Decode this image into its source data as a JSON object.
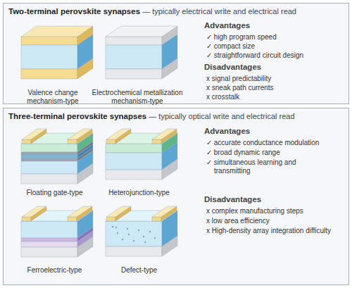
{
  "diagram": {
    "nodes": [
      {
        "text": [
          "Two-terminal perovskite synapses",
          "— typically electrical write and electrical read"
        ]
      },
      {
        "text": [
          "Three-terminal perovskite synapses",
          "— typically optical write and electrical read"
        ]
      }
    ],
    "labels": [
      "Valence change mechanism-type",
      "Electrochemical metallization mechanism-type",
      "Advantages",
      "✓ high program speed",
      "✓ compact size",
      "✓ straightforward circuit design",
      "Disadvantages",
      "x signal predictability",
      "x sneak path currents",
      "x crosstalk",
      "Floating gate-type",
      "Heterojunction-type",
      "Advantages",
      "✓ accurate conductance modulation",
      "✓ broad dynamic range",
      "✓ simultaneous learning and transmitting",
      "Ferroelectric-type",
      "Defect-type",
      "Disadvantages",
      "x complex manufacturing steps",
      "x low area efficiency",
      "x High-density array integration difficulty"
    ]
  }
}
